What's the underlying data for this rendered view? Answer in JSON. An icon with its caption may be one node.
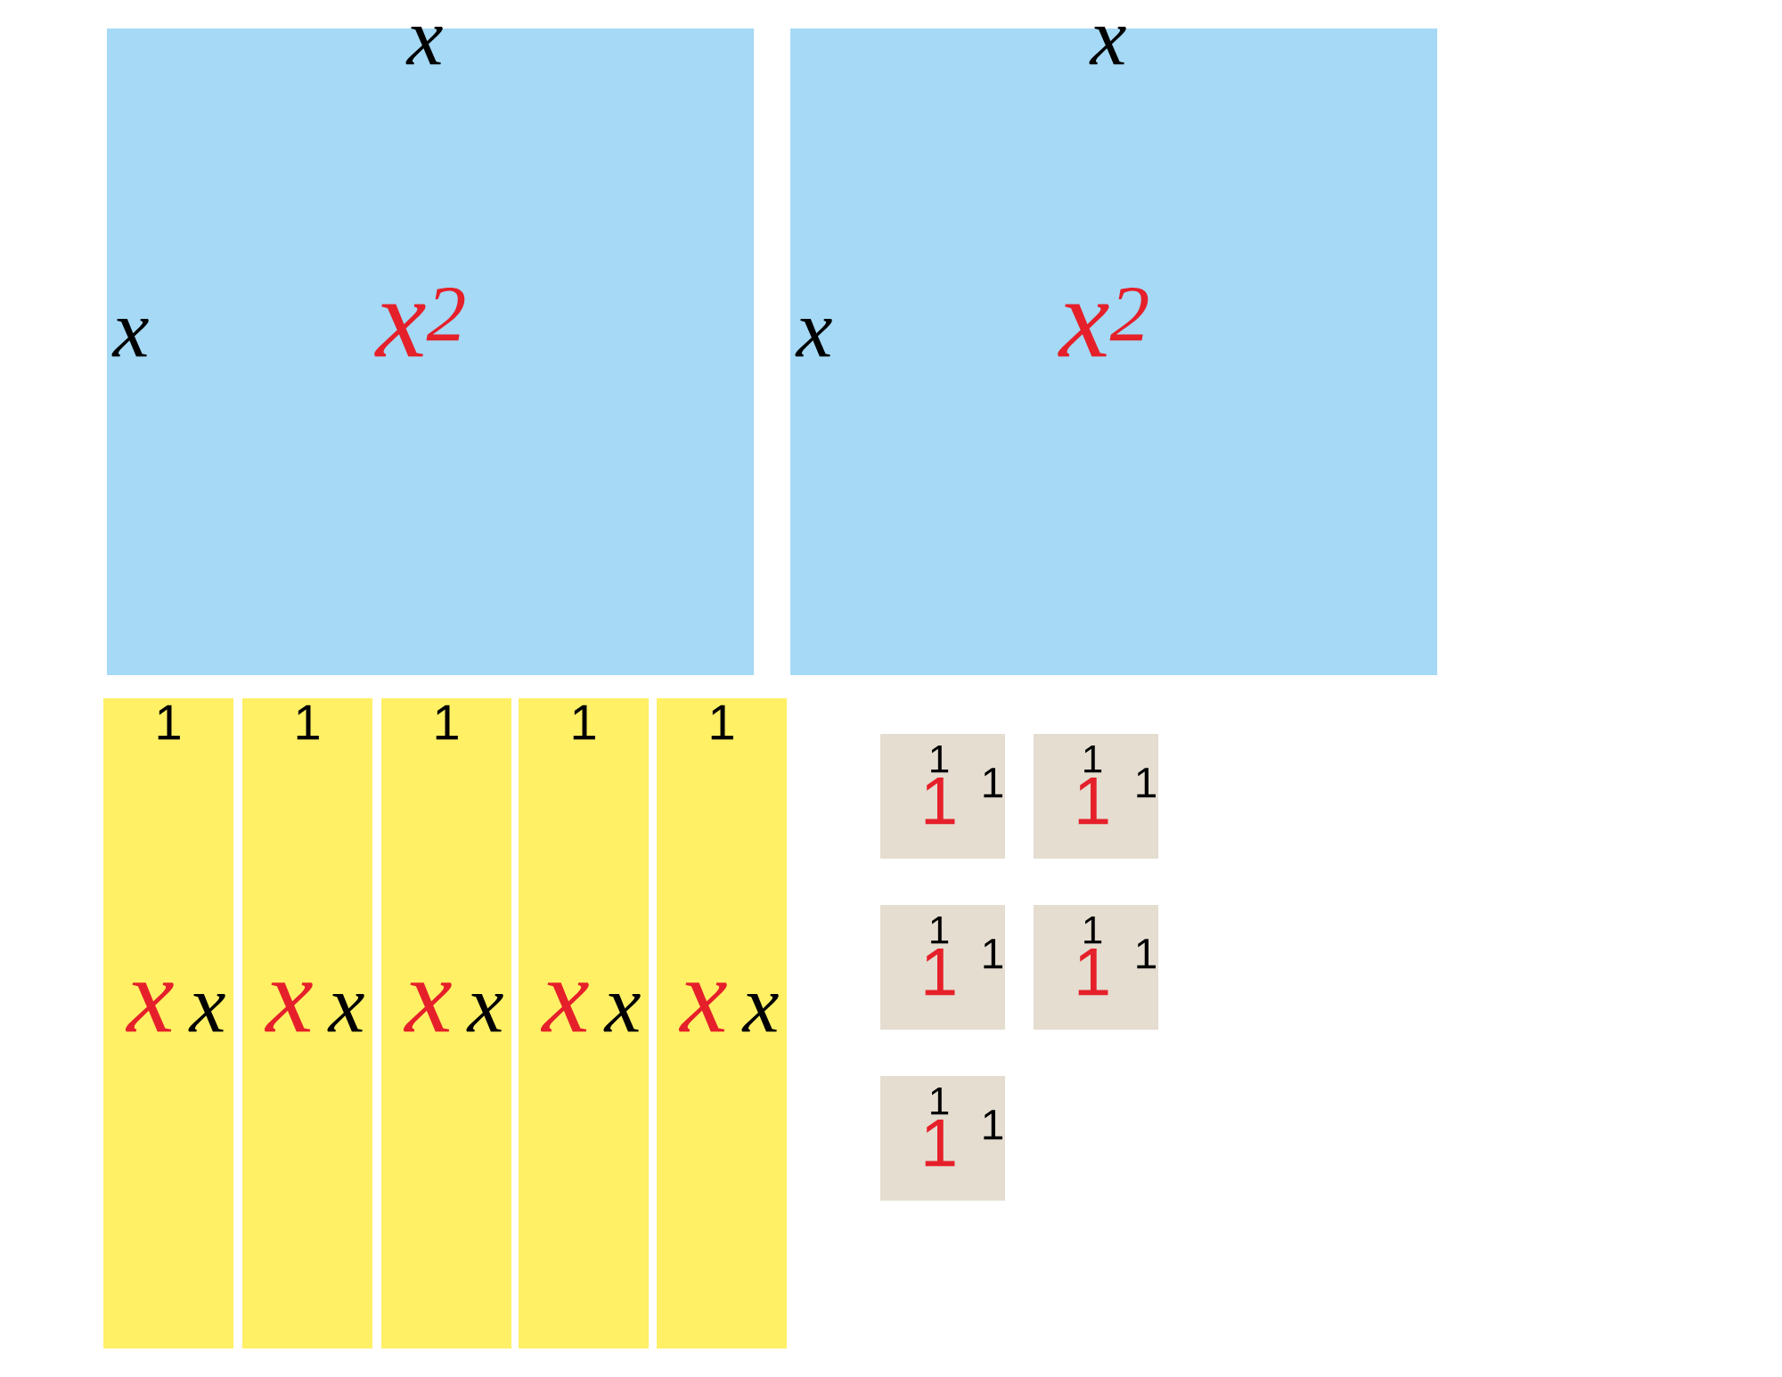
{
  "diagram": {
    "nodes": [
      {
        "text": [
          "x",
          "x",
          "x$^{2}$"
        ]
      },
      {
        "text": [
          "x",
          "x",
          "x$^{2}$"
        ]
      },
      {
        "text": [
          "1",
          "x",
          "x"
        ]
      },
      {
        "text": [
          "1",
          "x",
          "x"
        ]
      },
      {
        "text": [
          "1",
          "x",
          "x"
        ]
      },
      {
        "text": [
          "1",
          "x",
          "x"
        ]
      },
      {
        "text": [
          "1",
          "x",
          "x"
        ]
      },
      {
        "text": [
          "1",
          "1",
          "1"
        ]
      },
      {
        "text": [
          "1",
          "1",
          "1"
        ]
      },
      {
        "text": [
          "1",
          "1",
          "1"
        ]
      },
      {
        "text": [
          "1",
          "1",
          "1"
        ]
      },
      {
        "text": [
          "1",
          "1",
          "1"
        ]
      }
    ]
  }
}
